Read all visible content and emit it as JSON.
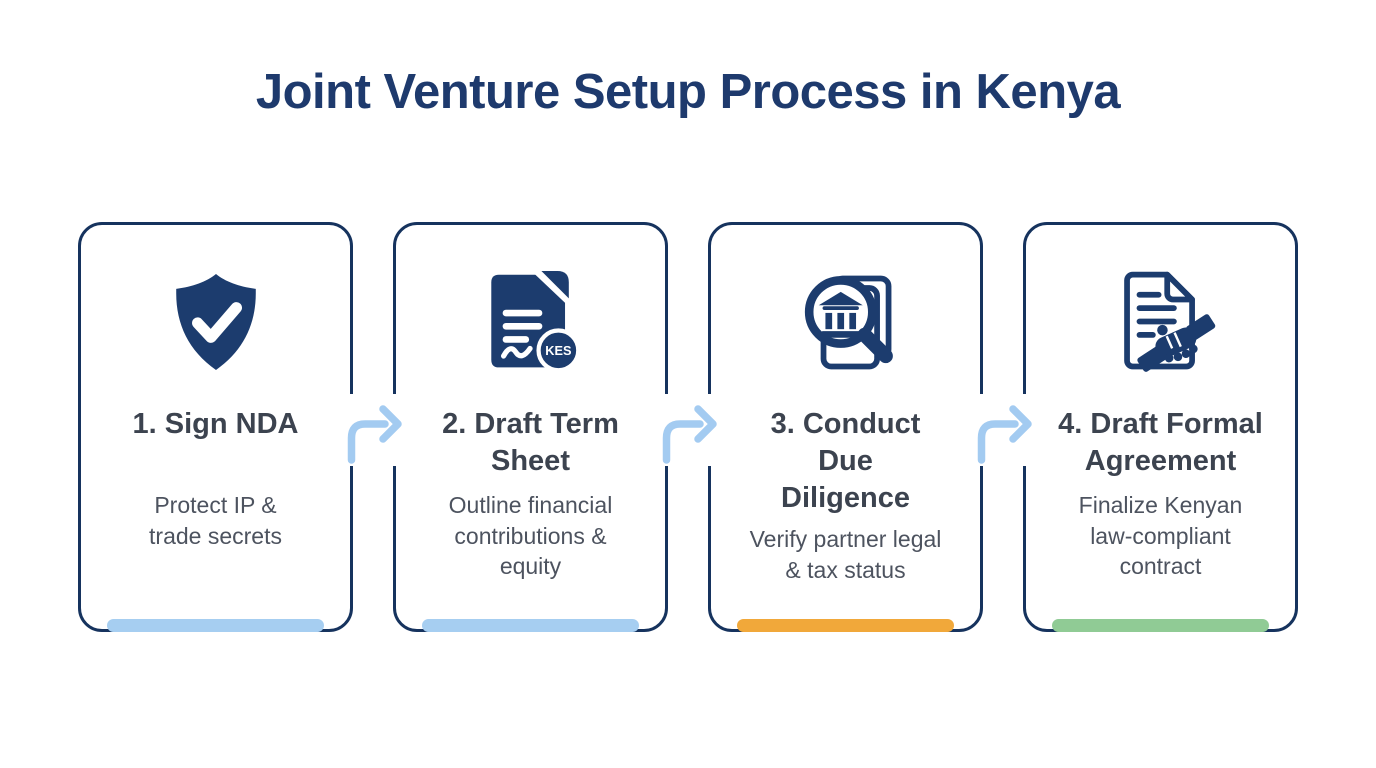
{
  "title": "Joint Venture Setup Process in Kenya",
  "steps": [
    {
      "heading": "1. Sign NDA",
      "description": "Protect IP & trade secrets",
      "icon": "shield-check-icon",
      "accent_color": "#a6cef1"
    },
    {
      "heading": "2. Draft Term Sheet",
      "description": "Outline financial contributions & equity",
      "icon": "term-sheet-kes-document-icon",
      "badge": "KES",
      "accent_color": "#a6cef1"
    },
    {
      "heading": "3. Conduct Due Diligence",
      "description": "Verify partner legal & tax status",
      "icon": "magnifier-bank-documents-icon",
      "accent_color": "#f1a83a"
    },
    {
      "heading": "4. Draft Formal Agreement",
      "description": "Finalize Kenyan law-compliant contract",
      "icon": "document-handshake-icon",
      "accent_color": "#90cb95"
    }
  ],
  "colors": {
    "background": "#ffffff",
    "title_text": "#1e3a6d",
    "card_border": "#16335e",
    "icon_navy": "#1c3c6e",
    "heading_text": "#3c434f",
    "description_text": "#4d535f",
    "arrow_blue": "#a3cbf1",
    "accent_blue": "#a6cef1",
    "accent_orange": "#f1a83a",
    "accent_green": "#90cb95"
  }
}
